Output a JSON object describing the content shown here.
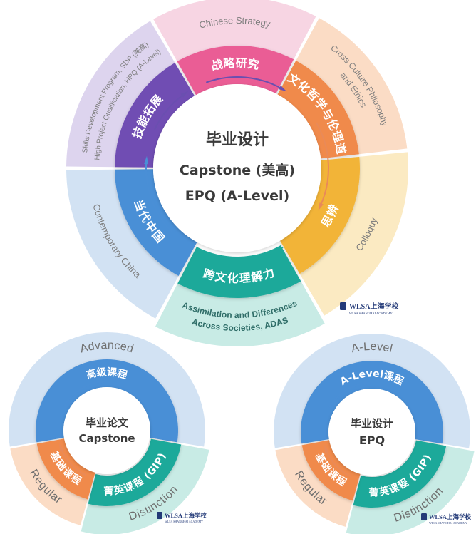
{
  "big_wheel": {
    "center": {
      "line1": "毕业设计",
      "line2": "Capstone (美高)",
      "line3": "EPQ (A-Level)"
    },
    "segments": [
      {
        "key": "strategy",
        "inner": "战略研究",
        "outer": [
          "Chinese Strategy"
        ],
        "inner_color": "#ea5d95",
        "outer_color": "#f7d5e3"
      },
      {
        "key": "philosophy",
        "inner": "跨文化哲学与伦理道德",
        "outer": [
          "Cross Culture Philosophy",
          "and Ethics"
        ],
        "inner_color": "#f08a4b",
        "outer_color": "#fbdcc5"
      },
      {
        "key": "colloquy",
        "inner": "思辨",
        "outer": [
          "Colloquy"
        ],
        "inner_color": "#f2b437",
        "outer_color": "#fbeac2"
      },
      {
        "key": "adas",
        "inner": "跨文化理解力",
        "outer": [
          "Assimilation and Differences",
          "Across Societies, ADAS"
        ],
        "inner_color": "#1da99a",
        "outer_color": "#c8ebe5"
      },
      {
        "key": "china",
        "inner": "当代中国",
        "outer": [
          "Contemporary China"
        ],
        "inner_color": "#4a8fd6",
        "outer_color": "#d2e2f3"
      },
      {
        "key": "skills",
        "inner": "技能拓展",
        "outer": [
          "Skills Development Program, SDP (美高)",
          "High Project Qualification, HPQ (A-Level)"
        ],
        "inner_color": "#6f4db3",
        "outer_color": "#ddd4ee"
      }
    ]
  },
  "left_wheel": {
    "center": {
      "line1": "毕业论文",
      "line2": "Capstone"
    },
    "segments": [
      {
        "key": "advanced",
        "inner": "高级课程",
        "outer": "Advanced",
        "inner_color": "#4a8fd6",
        "outer_color": "#d2e2f3"
      },
      {
        "key": "distinction",
        "inner": "菁英课程 (GIP)",
        "outer": "Distinction",
        "inner_color": "#1da99a",
        "outer_color": "#c8ebe5"
      },
      {
        "key": "regular",
        "inner": "基础课程",
        "outer": "Regular",
        "inner_color": "#f08a4b",
        "outer_color": "#fbdcc5"
      }
    ]
  },
  "right_wheel": {
    "center": {
      "line1": "毕业设计",
      "line2": "EPQ"
    },
    "segments": [
      {
        "key": "alevel",
        "inner": "A-Level课程",
        "outer": "A-Level",
        "inner_color": "#4a8fd6",
        "outer_color": "#d2e2f3"
      },
      {
        "key": "distinction",
        "inner": "菁英课程 (GIP)",
        "outer": "Distinction",
        "inner_color": "#1da99a",
        "outer_color": "#c8ebe5"
      },
      {
        "key": "regular",
        "inner": "基础课程",
        "outer": "Regular",
        "inner_color": "#f08a4b",
        "outer_color": "#fbdcc5"
      }
    ]
  },
  "brand": {
    "name": "WLSA上海学校",
    "sub": "WLSA SHANGHAI ACADEMY",
    "color": "#233a78"
  }
}
